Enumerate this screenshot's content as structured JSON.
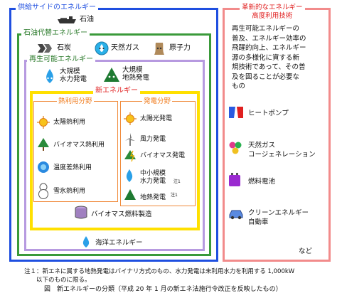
{
  "supply": {
    "title": "供給サイドのエネルギー",
    "oil": "石油",
    "alt": {
      "title": "石油代替エネルギー",
      "coal": "石炭",
      "natgas": "天然ガス",
      "nuclear": "原子力"
    },
    "renew": {
      "title": "再生可能エネルギー",
      "hydro_large": "大規模\n水力発電",
      "geo_large": "大規模\n地熱発電"
    },
    "new": {
      "title": "新エネルギー",
      "heat": {
        "title": "熱利用分野",
        "items": [
          "太陽熱利用",
          "バイオマス熱利用",
          "温度差熱利用",
          "雪氷熱利用"
        ]
      },
      "power": {
        "title": "発電分野",
        "items": [
          "太陽光発電",
          "風力発電",
          "バイオマス発電",
          "中小規模\n水力発電",
          "地熱発電"
        ],
        "note_mark": "注1"
      },
      "biomass_fuel": "バイオマス燃料製造"
    },
    "ocean": "海洋エネルギー"
  },
  "innov": {
    "title": "革新的なエネルギー\n高度利用技術",
    "desc": "再生可能エネルギーの\n普及、エネルギー効率の\n飛躍的向上、エネルギー\n源の多様化に資する新\n規技術であって、その普\n及を図ることが必要な\nもの",
    "items": [
      "ヒートポンプ",
      "天然ガス\nコージェネレーション",
      "燃料電池",
      "クリーンエネルギー\n自動車"
    ],
    "etc": "など"
  },
  "footnote": "注１：新エネに属する地熱発電はバイナリ方式のもの、水力発電は未利用水力を利用する 1,000kW\n　　以下のものに限る。",
  "caption": "図　新エネルギーの分類（平成 20 年 1 月の新エネ法施行令改正を反映したもの）",
  "colors": {
    "supply": "#1f4fe0",
    "alt": "#3a9a3a",
    "renew": "#b79ae0",
    "new": "#ffe000",
    "heat": "#f08a3a",
    "innov": "#f28b8b",
    "heading_orange": "#f07a1a",
    "heading_red": "#e02020"
  }
}
